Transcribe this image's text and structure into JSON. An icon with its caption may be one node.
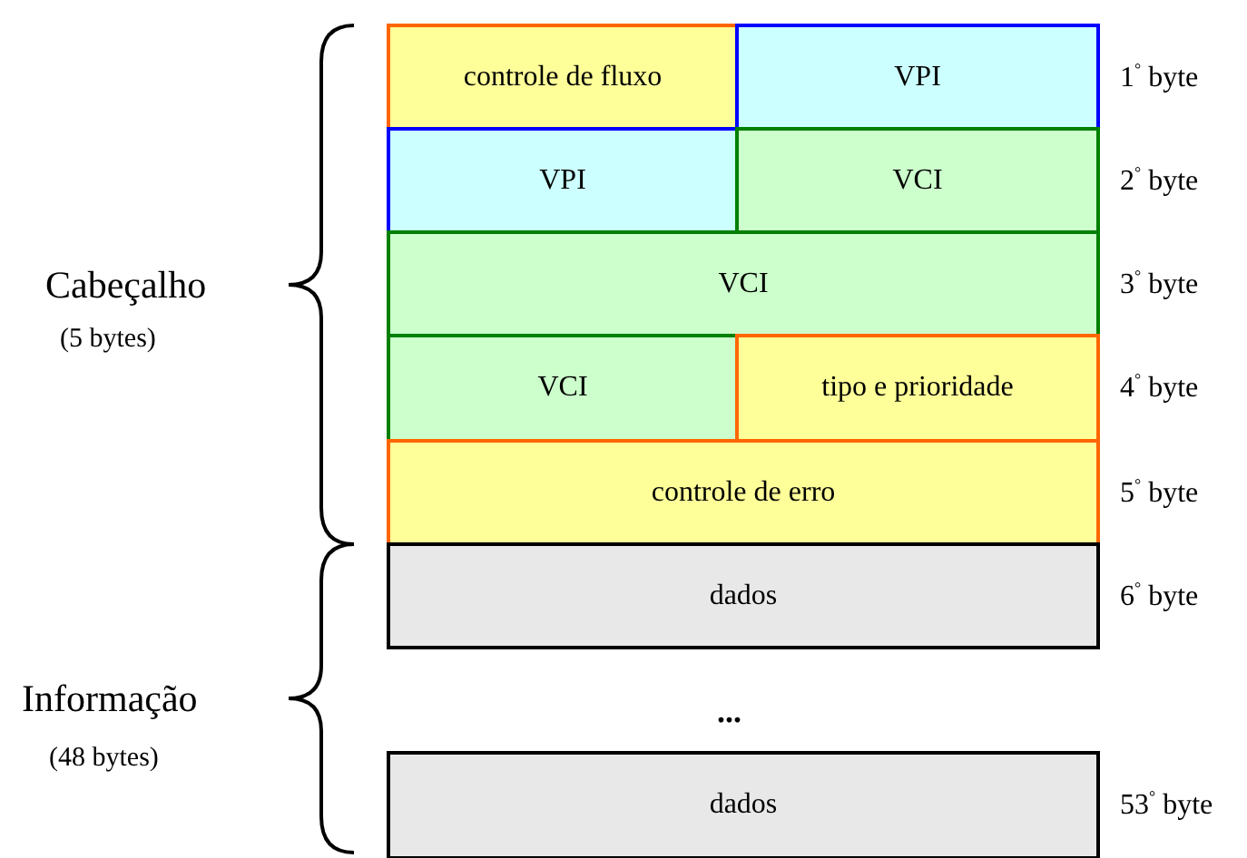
{
  "diagram": {
    "nodes": [
      {
        "text": [
          "controle de fluxo"
        ]
      },
      {
        "text": [
          "VPI"
        ]
      },
      {
        "text": [
          "VPI"
        ]
      },
      {
        "text": [
          "VCI"
        ]
      },
      {
        "text": [
          "VCI"
        ]
      },
      {
        "text": [
          "VCI"
        ]
      },
      {
        "text": [
          "tipo e prioridade"
        ]
      },
      {
        "text": [
          "controle de erro"
        ]
      },
      {
        "text": [
          "dados"
        ]
      },
      {
        "text": [
          "dados"
        ]
      }
    ],
    "labels": [
      "1$^{°}$ byte",
      "2$^{°}$ byte",
      "Cabeçalho",
      "3$^{°}$ byte",
      "(5 bytes)",
      "4$^{°}$ byte",
      "5$^{°}$ byte",
      "6$^{°}$ byte",
      "Informação",
      "...",
      "(48 bytes)",
      "53$^{°}$ byte"
    ]
  }
}
